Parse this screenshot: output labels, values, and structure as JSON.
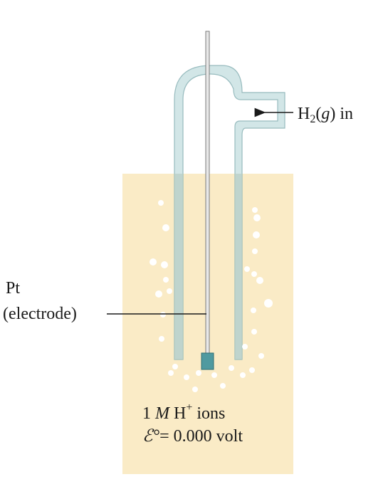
{
  "labels": {
    "gas_inlet": {
      "prefix": "H",
      "subscript": "2",
      "open": "(",
      "phase": "g",
      "close": ") in"
    },
    "electrode": {
      "line1": "Pt",
      "line2": "(electrode)"
    },
    "solution": {
      "concentration": "1 ",
      "unit": "M",
      "species": " H",
      "charge": "+",
      "ions": " ions"
    },
    "potential": {
      "symbol": "ℰ°",
      "value": "= 0.000 volt"
    }
  },
  "colors": {
    "solution": "#faebc6",
    "glass_tube": "#cfe4e6",
    "glass_edge": "#8fb6b9",
    "electrode_plate": "#4f9aa0",
    "wire": "#7a7a7a",
    "bubble": "#ffffff",
    "line": "#1a1a1a"
  }
}
